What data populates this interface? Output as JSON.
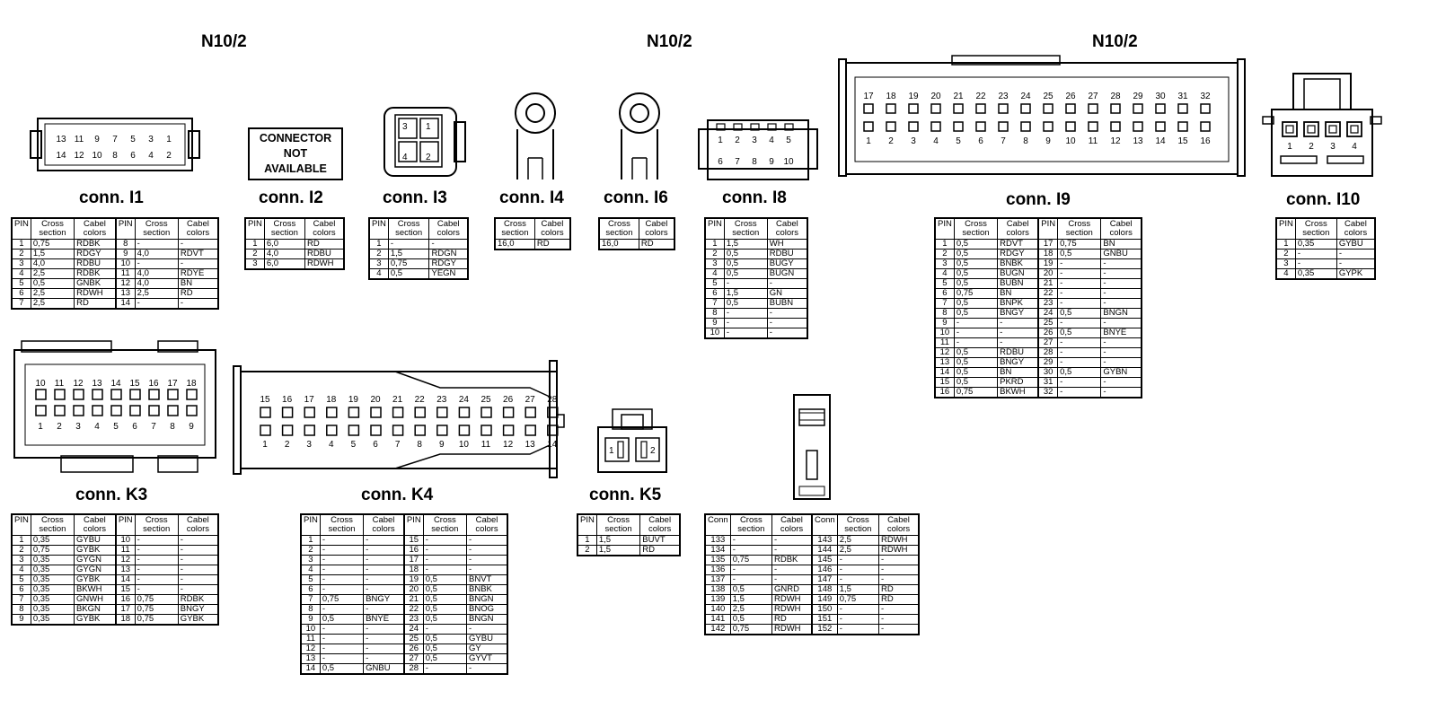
{
  "headers": [
    "N10/2",
    "N10/2",
    "N10/2"
  ],
  "connectors": {
    "I1": {
      "label": "conn. I1",
      "top_pins": [
        "13",
        "11",
        "9",
        "7",
        "5",
        "3",
        "1"
      ],
      "bottom_pins": [
        "14",
        "12",
        "10",
        "8",
        "6",
        "4",
        "2"
      ],
      "columns": [
        "PIN",
        "Cross section",
        "Cabel colors",
        "PIN",
        "Cross section",
        "Cabel colors"
      ],
      "rows": [
        [
          "1",
          "0,75",
          "RDBK",
          "8",
          "-",
          "-"
        ],
        [
          "2",
          "1,5",
          "RDGY",
          "9",
          "4,0",
          "RDVT"
        ],
        [
          "3",
          "4,0",
          "RDBU",
          "10",
          "-",
          "-"
        ],
        [
          "4",
          "2,5",
          "RDBK",
          "11",
          "4,0",
          "RDYE"
        ],
        [
          "5",
          "0,5",
          "GNBK",
          "12",
          "4,0",
          "BN"
        ],
        [
          "6",
          "2,5",
          "RDWH",
          "13",
          "2,5",
          "RD"
        ],
        [
          "7",
          "2,5",
          "RD",
          "14",
          "-",
          "-"
        ]
      ]
    },
    "I2": {
      "label": "conn. I2",
      "not_available": [
        "CONNECTOR",
        "NOT",
        "AVAILABLE"
      ],
      "columns": [
        "PIN",
        "Cross section",
        "Cabel colors"
      ],
      "rows": [
        [
          "1",
          "6,0",
          "RD"
        ],
        [
          "2",
          "4,0",
          "RDBU"
        ],
        [
          "3",
          "6,0",
          "RDWH"
        ]
      ]
    },
    "I3": {
      "label": "conn. I3",
      "pins": [
        "3",
        "1",
        "4",
        "2"
      ],
      "columns": [
        "PIN",
        "Cross section",
        "Cabel colors"
      ],
      "rows": [
        [
          "1",
          "-",
          "-"
        ],
        [
          "2",
          "1,5",
          "RDGN"
        ],
        [
          "3",
          "0,75",
          "RDGY"
        ],
        [
          "4",
          "0,5",
          "YEGN"
        ]
      ]
    },
    "I4": {
      "label": "conn. I4",
      "columns": [
        "Cross section",
        "Cabel colors"
      ],
      "rows": [
        [
          "16,0",
          "RD"
        ]
      ]
    },
    "I6": {
      "label": "conn. I6",
      "columns": [
        "Cross section",
        "Cabel colors"
      ],
      "rows": [
        [
          "16,0",
          "RD"
        ]
      ]
    },
    "I8": {
      "label": "conn. I8",
      "top_pins": [
        "1",
        "2",
        "3",
        "4",
        "5"
      ],
      "bottom_pins": [
        "6",
        "7",
        "8",
        "9",
        "10"
      ],
      "columns": [
        "PIN",
        "Cross section",
        "Cabel colors"
      ],
      "rows": [
        [
          "1",
          "1,5",
          "WH"
        ],
        [
          "2",
          "0,5",
          "RDBU"
        ],
        [
          "3",
          "0,5",
          "BUGY"
        ],
        [
          "4",
          "0,5",
          "BUGN"
        ],
        [
          "5",
          "-",
          "-"
        ],
        [
          "6",
          "1,5",
          "GN"
        ],
        [
          "7",
          "0,5",
          "BUBN"
        ],
        [
          "8",
          "-",
          "-"
        ],
        [
          "9",
          "-",
          "-"
        ],
        [
          "10",
          "-",
          "-"
        ]
      ]
    },
    "I9": {
      "label": "conn. I9",
      "top_pins": [
        "17",
        "18",
        "19",
        "20",
        "21",
        "22",
        "23",
        "24",
        "25",
        "26",
        "27",
        "28",
        "29",
        "30",
        "31",
        "32"
      ],
      "bottom_pins": [
        "1",
        "2",
        "3",
        "4",
        "5",
        "6",
        "7",
        "8",
        "9",
        "10",
        "11",
        "12",
        "13",
        "14",
        "15",
        "16"
      ],
      "columns": [
        "PIN",
        "Cross section",
        "Cabel colors",
        "PIN",
        "Cross section",
        "Cabel colors"
      ],
      "rows": [
        [
          "1",
          "0,5",
          "RDVT",
          "17",
          "0,75",
          "BN"
        ],
        [
          "2",
          "0,5",
          "RDGY",
          "18",
          "0,5",
          "GNBU"
        ],
        [
          "3",
          "0,5",
          "BNBK",
          "19",
          "-",
          "-"
        ],
        [
          "4",
          "0,5",
          "BUGN",
          "20",
          "-",
          "-"
        ],
        [
          "5",
          "0,5",
          "BUBN",
          "21",
          "-",
          "-"
        ],
        [
          "6",
          "0,75",
          "BN",
          "22",
          "-",
          "-"
        ],
        [
          "7",
          "0,5",
          "BNPK",
          "23",
          "-",
          "-"
        ],
        [
          "8",
          "0,5",
          "BNGY",
          "24",
          "0,5",
          "BNGN"
        ],
        [
          "9",
          "-",
          "-",
          "25",
          "-",
          "-"
        ],
        [
          "10",
          "-",
          "-",
          "26",
          "0,5",
          "BNYE"
        ],
        [
          "11",
          "-",
          "-",
          "27",
          "-",
          "-"
        ],
        [
          "12",
          "0,5",
          "RDBU",
          "28",
          "-",
          "-"
        ],
        [
          "13",
          "0,5",
          "BNGY",
          "29",
          "-",
          "-"
        ],
        [
          "14",
          "0,5",
          "BN",
          "30",
          "0,5",
          "GYBN"
        ],
        [
          "15",
          "0,5",
          "PKRD",
          "31",
          "-",
          "-"
        ],
        [
          "16",
          "0,75",
          "BKWH",
          "32",
          "-",
          "-"
        ]
      ]
    },
    "I10": {
      "label": "conn. I10",
      "pins": [
        "1",
        "2",
        "3",
        "4"
      ],
      "columns": [
        "PIN",
        "Cross section",
        "Cabel colors"
      ],
      "rows": [
        [
          "1",
          "0,35",
          "GYBU"
        ],
        [
          "2",
          "-",
          "-"
        ],
        [
          "3",
          "-",
          "-"
        ],
        [
          "4",
          "0,35",
          "GYPK"
        ]
      ]
    },
    "K3": {
      "label": "conn. K3",
      "top_pins": [
        "10",
        "11",
        "12",
        "13",
        "14",
        "15",
        "16",
        "17",
        "18"
      ],
      "bottom_pins": [
        "1",
        "2",
        "3",
        "4",
        "5",
        "6",
        "7",
        "8",
        "9"
      ],
      "columns": [
        "PIN",
        "Cross section",
        "Cabel colors",
        "PIN",
        "Cross section",
        "Cabel colors"
      ],
      "rows": [
        [
          "1",
          "0,35",
          "GYBU",
          "10",
          "-",
          "-"
        ],
        [
          "2",
          "0,75",
          "GYBK",
          "11",
          "-",
          "-"
        ],
        [
          "3",
          "0,35",
          "GYGN",
          "12",
          "-",
          "-"
        ],
        [
          "4",
          "0,35",
          "GYGN",
          "13",
          "-",
          "-"
        ],
        [
          "5",
          "0,35",
          "GYBK",
          "14",
          "-",
          "-"
        ],
        [
          "6",
          "0,35",
          "BKWH",
          "15",
          "-",
          "-"
        ],
        [
          "7",
          "0,35",
          "GNWH",
          "16",
          "0,75",
          "RDBK"
        ],
        [
          "8",
          "0,35",
          "BKGN",
          "17",
          "0,75",
          "BNGY"
        ],
        [
          "9",
          "0,35",
          "GYBK",
          "18",
          "0,75",
          "GYBK"
        ]
      ]
    },
    "K4": {
      "label": "conn. K4",
      "top_pins": [
        "15",
        "16",
        "17",
        "18",
        "19",
        "20",
        "21",
        "22",
        "23",
        "24",
        "25",
        "26",
        "27",
        "28"
      ],
      "bottom_pins": [
        "1",
        "2",
        "3",
        "4",
        "5",
        "6",
        "7",
        "8",
        "9",
        "10",
        "11",
        "12",
        "13",
        "14"
      ],
      "columns": [
        "PIN",
        "Cross section",
        "Cabel colors",
        "PIN",
        "Cross section",
        "Cabel colors"
      ],
      "rows": [
        [
          "1",
          "-",
          "-",
          "15",
          "-",
          "-"
        ],
        [
          "2",
          "-",
          "-",
          "16",
          "-",
          "-"
        ],
        [
          "3",
          "-",
          "-",
          "17",
          "-",
          "-"
        ],
        [
          "4",
          "-",
          "-",
          "18",
          "-",
          "-"
        ],
        [
          "5",
          "-",
          "-",
          "19",
          "0,5",
          "BNVT"
        ],
        [
          "6",
          "-",
          "-",
          "20",
          "0,5",
          "BNBK"
        ],
        [
          "7",
          "0,75",
          "BNGY",
          "21",
          "0,5",
          "BNGN"
        ],
        [
          "8",
          "-",
          "-",
          "22",
          "0,5",
          "BNOG"
        ],
        [
          "9",
          "0,5",
          "BNYE",
          "23",
          "0,5",
          "BNGN"
        ],
        [
          "10",
          "-",
          "-",
          "24",
          "-",
          "-"
        ],
        [
          "11",
          "-",
          "-",
          "25",
          "0,5",
          "GYBU"
        ],
        [
          "12",
          "-",
          "-",
          "26",
          "0,5",
          "GY"
        ],
        [
          "13",
          "-",
          "-",
          "27",
          "0,5",
          "GYVT"
        ],
        [
          "14",
          "0,5",
          "GNBU",
          "28",
          "-",
          "-"
        ]
      ]
    },
    "K5": {
      "label": "conn. K5",
      "pins": [
        "1",
        "2"
      ],
      "columns": [
        "PIN",
        "Cross section",
        "Cabel colors"
      ],
      "rows": [
        [
          "1",
          "1,5",
          "BUVT"
        ],
        [
          "2",
          "1,5",
          "RD"
        ]
      ]
    },
    "CONN": {
      "columns": [
        "Conn",
        "Cross section",
        "Cabel colors",
        "Conn",
        "Cross section",
        "Cabel colors"
      ],
      "rows": [
        [
          "133",
          "-",
          "-",
          "143",
          "2,5",
          "RDWH"
        ],
        [
          "134",
          "-",
          "-",
          "144",
          "2,5",
          "RDWH"
        ],
        [
          "135",
          "0,75",
          "RDBK",
          "145",
          "-",
          "-"
        ],
        [
          "136",
          "-",
          "-",
          "146",
          "-",
          "-"
        ],
        [
          "137",
          "-",
          "-",
          "147",
          "-",
          "-"
        ],
        [
          "138",
          "0,5",
          "GNRD",
          "148",
          "1,5",
          "RD"
        ],
        [
          "139",
          "1,5",
          "RDWH",
          "149",
          "0,75",
          "RD"
        ],
        [
          "140",
          "2,5",
          "RDWH",
          "150",
          "-",
          "-"
        ],
        [
          "141",
          "0,5",
          "RD",
          "151",
          "-",
          "-"
        ],
        [
          "142",
          "0,75",
          "RDWH",
          "152",
          "-",
          "-"
        ]
      ]
    }
  }
}
